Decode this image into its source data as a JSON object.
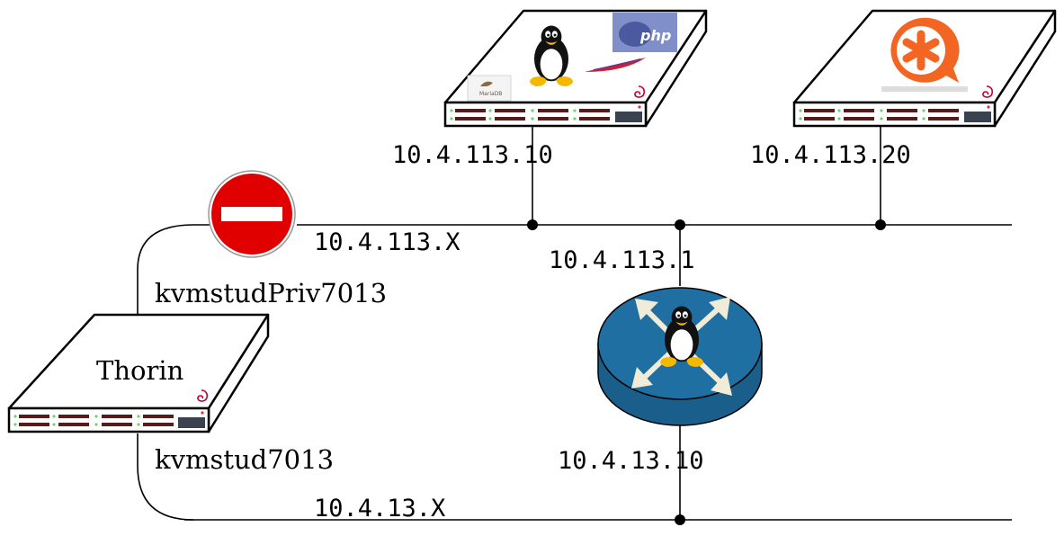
{
  "networks": {
    "private": {
      "label": "10.4.113.X"
    },
    "public": {
      "label": "10.4.13.X"
    }
  },
  "servers": {
    "web": {
      "ip": "10.4.113.10",
      "logos": [
        "linux-tux",
        "php",
        "apache",
        "mariadb",
        "debian"
      ],
      "logo_text": {
        "php": "php",
        "mariadb": "MariaDB"
      }
    },
    "voip": {
      "ip": "10.4.113.20",
      "logos": [
        "asterisk",
        "debian"
      ]
    }
  },
  "router": {
    "ip_private": "10.4.113.1",
    "ip_public": "10.4.13.10",
    "logos": [
      "linux-tux"
    ]
  },
  "host": {
    "name": "Thorin",
    "iface_private": "kvmstudPriv7013",
    "iface_public": "kvmstud7013",
    "logos": [
      "debian"
    ]
  },
  "firewall": {
    "icon": "no-entry-sign"
  },
  "colors": {
    "line": "#000000",
    "server_stripe": "#5a1a1a",
    "server_led": "#6fd36f",
    "router_blue": "#1f6fa3",
    "router_arrows": "#f1ecd8",
    "no_entry_red": "#e00000",
    "debian": "#c70036",
    "asterisk": "#f26522",
    "php": "#6a7ac0"
  }
}
